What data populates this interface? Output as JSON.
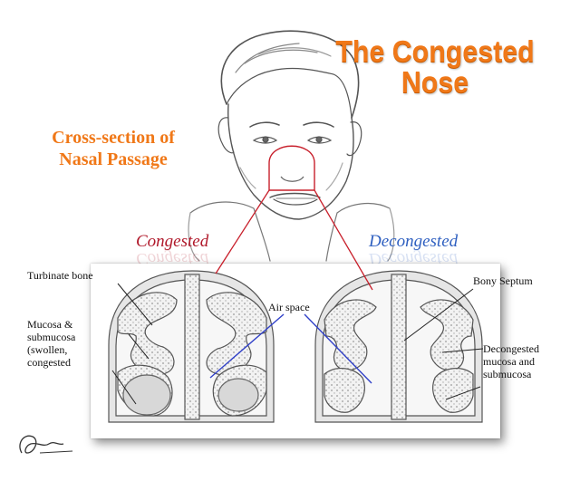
{
  "title": {
    "line1": "The Congested",
    "line2": "Nose"
  },
  "subtitle": {
    "line1": "Cross-section of",
    "line2": "Nasal Passage"
  },
  "states": {
    "left": "Congested",
    "right": "Decongested"
  },
  "labels": {
    "turbinate_bone": "Turbinate bone",
    "mucosa_1": "Mucosa &",
    "mucosa_2": "submucosa",
    "mucosa_3": "(swollen,",
    "mucosa_4": "congested",
    "air_space": "Air space",
    "bony_septum": "Bony Septum",
    "decongested_1": "Decongested",
    "decongested_2": "mucosa and",
    "decongested_3": "submucosa"
  },
  "colors": {
    "title": "#f07818",
    "congested": "#b0182a",
    "decongested": "#2e5fc0",
    "leader_red": "#c8202c",
    "leader_blue": "#3040c8"
  }
}
